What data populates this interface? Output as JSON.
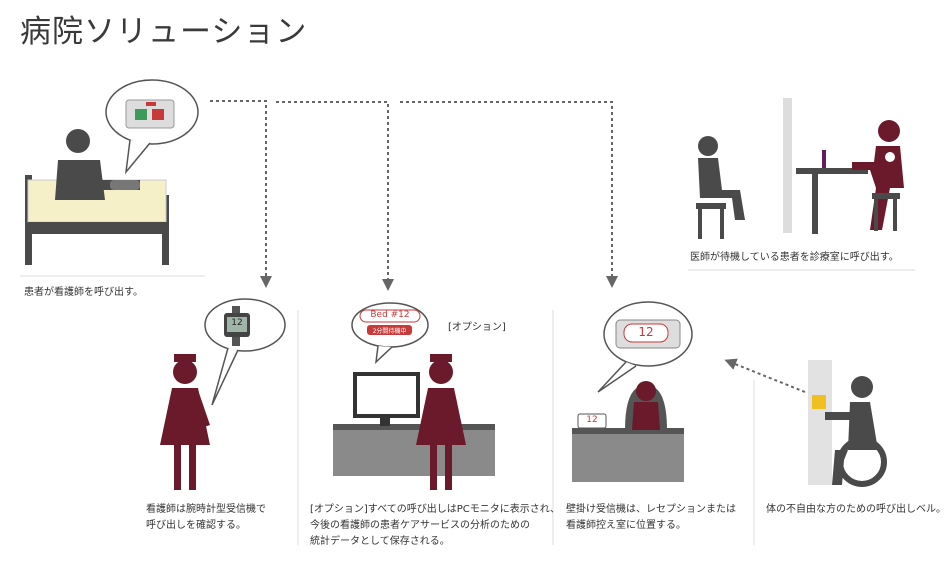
{
  "title": "病院ソリューション",
  "captions": {
    "patient": "患者が看護師を呼び出す。",
    "doctor": "医師が待機している患者を診療室に呼び出す。",
    "watch": [
      "看護師は腕時計型受信機で",
      "呼び出しを確認する。"
    ],
    "pc": [
      "[オプション]すべての呼び出しはPCモニタに表示され、",
      "今後の看護師の患者ケアサービスの分析のための",
      "統計データとして保存される。"
    ],
    "wall": [
      "壁掛け受信機は、レセプションまたは",
      "看護師控え室に位置する。"
    ],
    "wheelchair": "体の不自由な方のための呼び出しベル。"
  },
  "option_label": "[オプション]",
  "bubbles": {
    "bed": "Bed #12",
    "bed_sub": "2分間待機中",
    "wall_number": "12",
    "watch_number": "12",
    "desk_number": "12"
  },
  "colors": {
    "patient_gray": "#4a4a4a",
    "nurse_maroon": "#6b1a2b",
    "bed_cream": "#f5f0c8",
    "desk_gray": "#8a8a8a",
    "arrow_gray": "#666666"
  }
}
